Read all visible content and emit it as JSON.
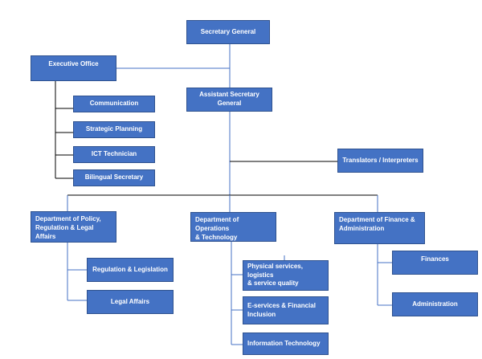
{
  "nodes": {
    "secretary_general": "Secretary General",
    "executive_office": "Executive Office",
    "communication": "Communication",
    "strategic_planning": "Strategic Planning",
    "ict_technician": "ICT Technician",
    "bilingual_secretary": "Bilingual Secretary",
    "assistant_secretary_general": "Assistant Secretary\nGeneral",
    "translators": "Translators / Interpreters",
    "dept_policy": "Department of Policy,\nRegulation & Legal Affairs",
    "regulation_legislation": "Regulation & Legislation",
    "legal_affairs": "Legal Affairs",
    "dept_operations": "Department of Operations\n& Technology",
    "physical_services": "Physical services, logistics\n& service quality",
    "eservices": "E-services & Financial\nInclusion",
    "information_technology": "Information Technology",
    "dept_finance": "Department of Finance &\nAdministration",
    "finances": "Finances",
    "administration": "Administration"
  },
  "colors": {
    "box_fill": "#4472c4",
    "box_border": "#2f528f",
    "box_text": "#ffffff",
    "connector_top": "#4472c4",
    "connector_dark": "#000000"
  }
}
